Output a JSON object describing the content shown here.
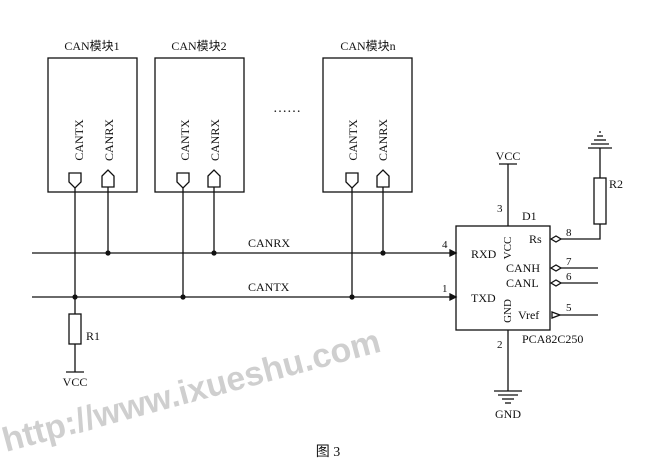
{
  "modules": [
    {
      "title": "CAN模块1",
      "tx": "CANTX",
      "rx": "CANRX"
    },
    {
      "title": "CAN模块2",
      "tx": "CANTX",
      "rx": "CANRX"
    },
    {
      "title": "CAN模块n",
      "tx": "CANTX",
      "rx": "CANRX"
    }
  ],
  "ellipsis": "……",
  "bus": {
    "canrx_label": "CANRX",
    "cantx_label": "CANTX"
  },
  "chip": {
    "name": "PCA82C250",
    "designator": "D1",
    "pins": {
      "rxd": "RXD",
      "txd": "TXD",
      "vcc": "VCC",
      "gnd": "GND",
      "rs": "Rs",
      "canh": "CANH",
      "canl": "CANL",
      "vref": "Vref"
    },
    "pin_numbers": {
      "rxd": "4",
      "txd": "1",
      "vcc": "3",
      "gnd": "2",
      "rs": "8",
      "canh": "7",
      "canl": "6",
      "vref": "5"
    }
  },
  "resistors": {
    "r1": "R1",
    "r2": "R2"
  },
  "power": {
    "vcc_top": "VCC",
    "vcc_bottom": "VCC",
    "gnd_bottom": "GND"
  },
  "caption": "图 3",
  "watermark": "http://www.ixueshu.com"
}
